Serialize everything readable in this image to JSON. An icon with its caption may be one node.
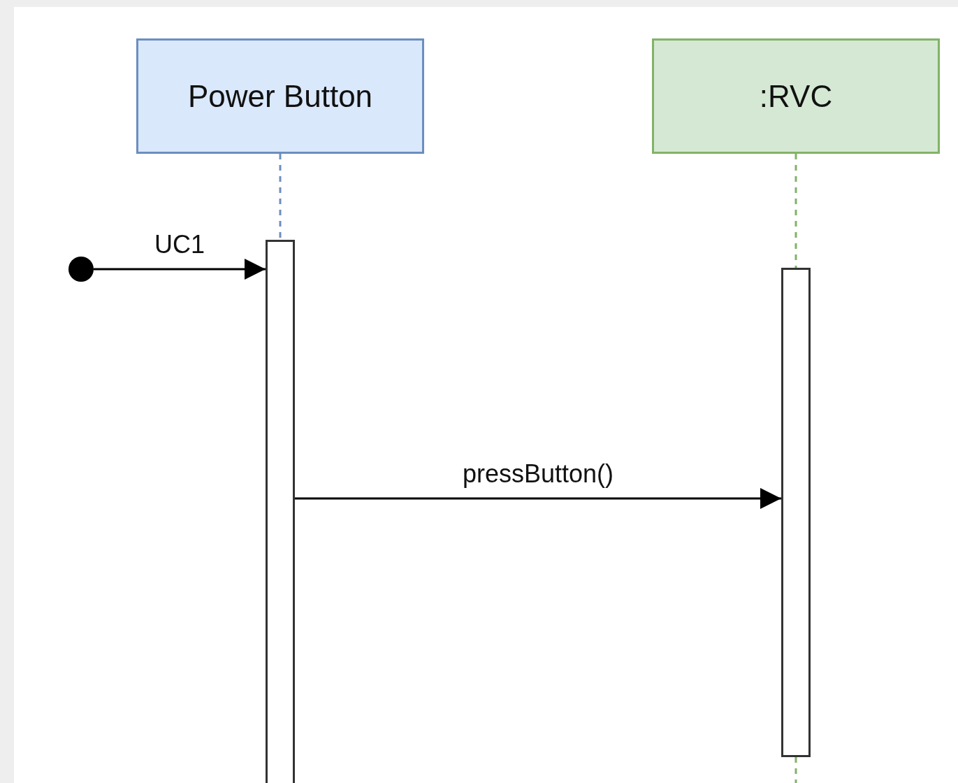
{
  "diagram": {
    "nodes": [
      {
        "text": [
          "Power Button"
        ]
      },
      {
        "text": [
          ":RVC"
        ]
      },
      {
        "text": [],
        "shape": "bar"
      },
      {
        "text": [],
        "shape": "bar"
      },
      {
        "text": [],
        "shape": "circle"
      }
    ],
    "edges": [
      {
        "from": 0,
        "to": 2,
        "arrow": "none",
        "style": "dashed",
        "color": "#6c8ebf"
      },
      {
        "from": 1,
        "to": 3,
        "arrow": "none",
        "style": "dashed",
        "color": "#82b366"
      },
      {
        "from": 4,
        "to": 2,
        "arrow": "to",
        "label": "UC1",
        "color": "#000000"
      },
      {
        "from": 2,
        "to": 3,
        "arrow": "to",
        "label": "pressButton()",
        "color": "#000000"
      },
      {
        "from": 3,
        "to": null,
        "arrow": "none",
        "style": "dashed",
        "color": "#82b366"
      }
    ]
  }
}
